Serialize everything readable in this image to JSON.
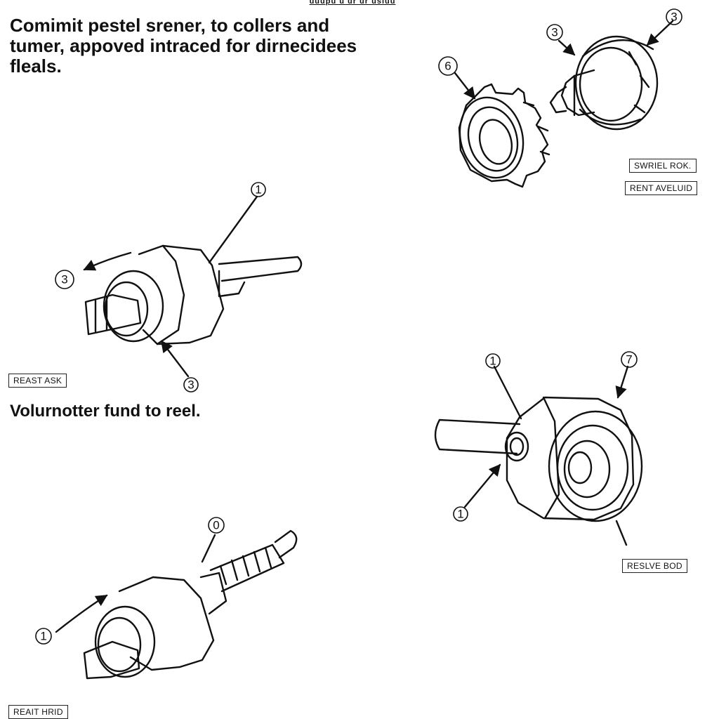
{
  "header_text": "uuupu u ur ur usiuu",
  "intro_text": "Comimit pestel srener, to collers and tumer, appoved intraced for dirnecidees fleals.",
  "subheading": "Volurnotter fund to reel.",
  "label_boxes": [
    "SWRIEL ROK.",
    "RENT AVELUID",
    "REAST ASK",
    "RESLVE BOD",
    "REAIT HRID"
  ],
  "callouts": {
    "top_right_a": "3",
    "top_right_b": "3",
    "top_right_c": "6",
    "mid_left_top": "1",
    "mid_left_side": "3",
    "mid_left_bottom": "3",
    "right_top_a": "1",
    "right_top_b": "7",
    "right_bottom": "1",
    "bottom_left_top": "0",
    "bottom_left_side": "1"
  },
  "colors": {
    "line": "#111111",
    "background": "#ffffff"
  }
}
